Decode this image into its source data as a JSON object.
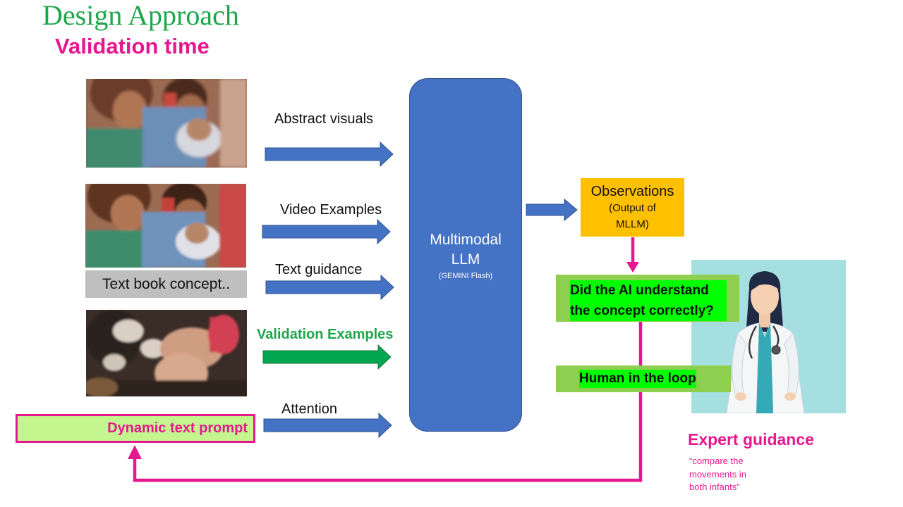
{
  "title": "Design Approach",
  "subtitle": "Validation time",
  "inputs": {
    "abstract_visuals": "Abstract visuals",
    "video_examples": "Video Examples",
    "text_guidance": "Text guidance",
    "validation_examples": "Validation Examples",
    "attention": "Attention"
  },
  "textbook_concept": "Text book concept..",
  "llm": {
    "title": "Multimodal LLM",
    "subtitle": "(GEMINI Flash)"
  },
  "observations": {
    "title": "Observations",
    "subtitle": "(Output of MLLM)"
  },
  "question": "Did the AI understand the concept correctly?",
  "human_in_loop": "Human in the loop",
  "dynamic_prompt": "Dynamic text prompt",
  "expert": {
    "title": "Expert guidance",
    "quote": "“compare the movements in both infants”"
  },
  "colors": {
    "title_green": "#1ea64a",
    "accent_pink": "#e6178f",
    "arrow_blue": "#4472c4",
    "arrow_green": "#00a650",
    "observations_orange": "#ffc000",
    "highlight_green": "#00ff00"
  }
}
